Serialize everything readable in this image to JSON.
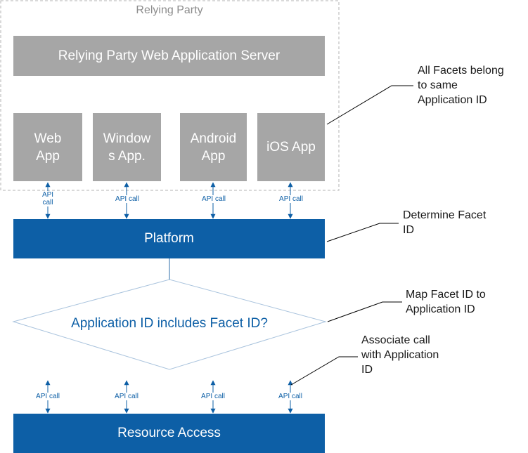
{
  "relying_party": {
    "label": "Relying Party",
    "server_label": "Relying Party Web Application Server"
  },
  "apps": [
    {
      "line1": "Web",
      "line2": "App"
    },
    {
      "line1": "Window",
      "line2": "s App."
    },
    {
      "line1": "Android",
      "line2": "App"
    },
    {
      "line1": "iOS App",
      "line2": ""
    }
  ],
  "platform_label": "Platform",
  "decision_label": "Application ID includes Facet ID?",
  "resource_label": "Resource Access",
  "api_call": {
    "stacked_1": "API",
    "stacked_2": "call",
    "inline": "API call"
  },
  "notes": {
    "facets": [
      "All Facets belong",
      "to same",
      "Application ID"
    ],
    "determine": [
      "Determine Facet",
      "ID"
    ],
    "map": [
      "Map Facet ID to",
      "Application ID"
    ],
    "associate": [
      "Associate call",
      "with Application",
      "ID"
    ]
  },
  "colors": {
    "gray_box": "#a6a6a6",
    "blue_box": "#0d5fa6",
    "dashed_border": "#b3b3b3",
    "diamond_border": "#a9c3dd",
    "decision_text": "#0d5fa6",
    "arrow": "#0d5fa6"
  }
}
